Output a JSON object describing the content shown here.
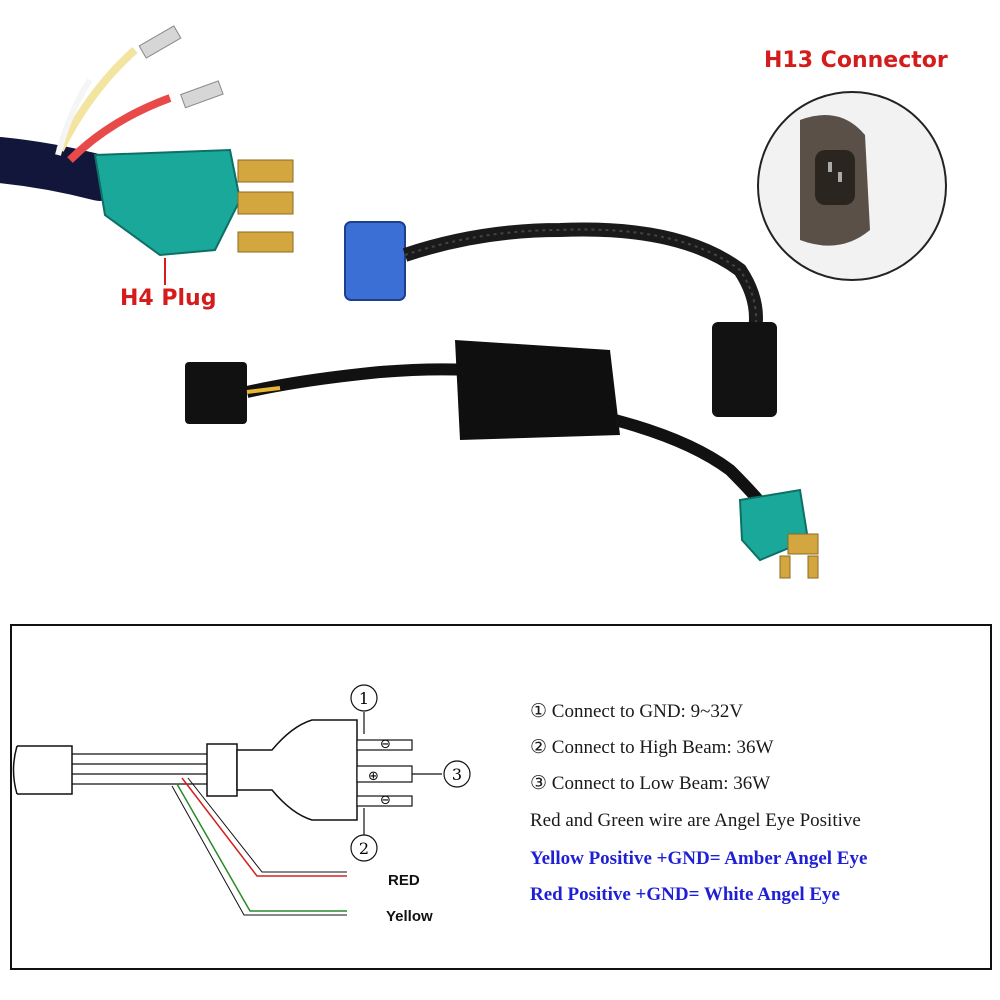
{
  "labels": {
    "h13": "H13 Connector",
    "h4": "H4 Plug"
  },
  "diagram": {
    "pins": {
      "p1": "1",
      "p2": "2",
      "p3": "3"
    },
    "wires": {
      "red": "RED",
      "yellow": "Yellow"
    },
    "specs": [
      "① Connect to GND: 9~32V",
      "② Connect to High Beam: 36W",
      "③ Connect to  Low Beam: 36W",
      "Red and Green wire are Angel Eye Positive",
      "Yellow Positive +GND= Amber Angel Eye",
      "Red Positive +GND= White Angel Eye"
    ]
  },
  "colors": {
    "label_red": "#d41c1c",
    "spec_blue": "#1f1fd6",
    "plug_teal": "#1aa89a",
    "connector_blue": "#3b6fd6"
  }
}
